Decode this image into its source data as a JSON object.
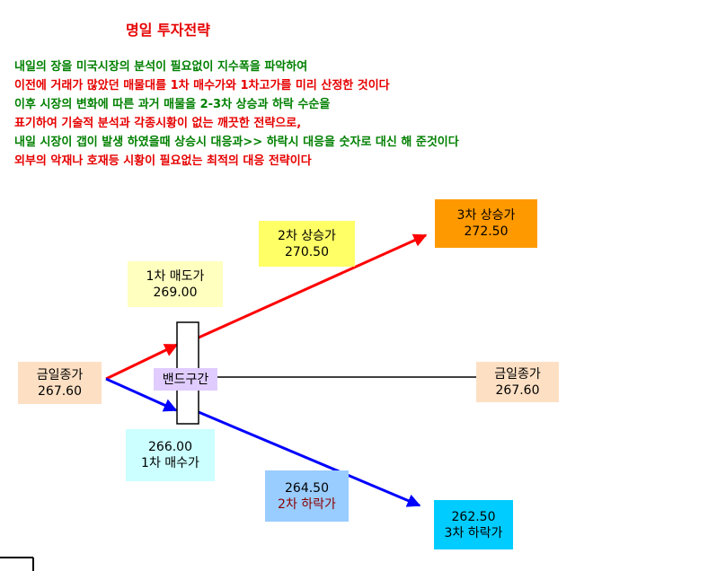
{
  "title": "명일 투자전략",
  "description": [
    {
      "color": "green",
      "segments": [
        "내일의 장을 미국시장의 분석이 필요없이 지수폭을 파악하여"
      ]
    },
    {
      "color": "red",
      "segments": [
        "이전에 거래가 많았던 매물대를 ",
        "1",
        "차 매수가와 ",
        "1",
        "차고가를 미리 산정한 것이다"
      ]
    },
    {
      "color": "green",
      "segments": [
        "이후 시장의 변화에 따른 과거 매물을 ",
        "2-3",
        "차 상승과 하락 수순을"
      ]
    },
    {
      "color": "red",
      "segments": [
        "표기하여 기술적  분석과 각종시황이 없는 깨끗한 전략으로,"
      ]
    },
    {
      "color": "green",
      "segments": [
        "내일 시장이 갭이 발생 하였을때 상승시 대응과>> 하락시 대응을 숫자로 대신 해 준것이다"
      ]
    },
    {
      "color": "red",
      "segments": [
        "외부의 악재나 호재등  시황이 필요없는 최적의 대응 전략이다"
      ]
    }
  ],
  "boxes": {
    "close_left": {
      "label": "금일종가",
      "value": "267.60"
    },
    "close_right": {
      "label": "금일종가",
      "value": "267.60"
    },
    "band": {
      "label": "밴드구간"
    },
    "sell1": {
      "label": "1차 매도가",
      "value": "269.00"
    },
    "up2": {
      "label": "2차 상승가",
      "value": "270.50"
    },
    "up3": {
      "label": "3차 상승가",
      "value": "272.50"
    },
    "buy1": {
      "value": "266.00",
      "label": "1차 매수가"
    },
    "down2": {
      "value": "264.50",
      "label": "2차 하락가"
    },
    "down3": {
      "value": "262.50",
      "label": "3차 하락가"
    }
  },
  "colors": {
    "up_arrow": "#ff0000",
    "down_arrow": "#0000ff",
    "flat_line": "#000000",
    "close_box": "#fde0c4",
    "band_box": "#e0ccff",
    "sell1_box": "#ffffc0",
    "up2_box": "#ffff66",
    "up3_box": "#ff9900",
    "buy1_box": "#ccffff",
    "down2_box": "#99ccff",
    "down3_box": "#00ccff"
  }
}
